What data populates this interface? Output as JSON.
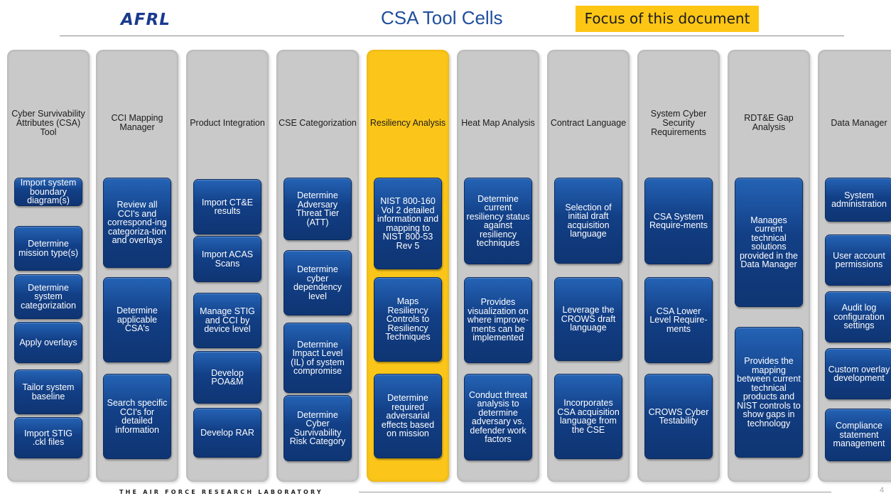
{
  "header": {
    "logo": "AFRL",
    "title": "CSA Tool Cells",
    "focus_label": "Focus of this document",
    "accent_color": "#fdc615"
  },
  "columns": [
    {
      "title": "Cyber Survivability Attributes (CSA) Tool",
      "items": [
        "Import system boundary diagram(s)",
        "Determine mission type(s)",
        "Determine system categorization",
        "Apply overlays",
        "Tailor system baseline",
        "Import STIG .ckl files"
      ]
    },
    {
      "title": "CCI Mapping Manager",
      "items": [
        "Review all CCI's and correspond-ing categoriza-tion and overlays",
        "Determine applicable CSA's",
        "Search specific CCI's for detailed information"
      ]
    },
    {
      "title": "Product Integration",
      "items": [
        "Import CT&E results",
        "Import ACAS Scans",
        "Manage STIG and CCI by device level",
        "Develop POA&M",
        "Develop RAR"
      ]
    },
    {
      "title": "CSE Categorization",
      "items": [
        "Determine Adversary Threat Tier (ATT)",
        "Determine cyber dependency level",
        "Determine Impact Level (IL) of system compromise",
        "Determine Cyber Survivability Risk Category"
      ]
    },
    {
      "title": "Resiliency Analysis",
      "items": [
        "NIST 800-160 Vol 2 detailed information and mapping to NIST 800-53 Rev 5",
        "Maps Resiliency Controls to Resiliency Techniques",
        "Determine required adversarial effects based on mission"
      ]
    },
    {
      "title": "Heat Map Analysis",
      "items": [
        "Determine current resiliency status against resiliency techniques",
        "Provides visualization on where improve-ments can be implemented",
        "Conduct threat analysis to determine adversary vs. defender work factors"
      ]
    },
    {
      "title": "Contract Language",
      "items": [
        "Selection of initial draft acquisition language",
        "Leverage the CROWS draft language",
        "Incorporates CSA acquisition language from the CSE"
      ]
    },
    {
      "title": "System Cyber Security Requirements",
      "items": [
        "CSA System Require-ments",
        "CSA Lower Level Require-ments",
        "CROWS Cyber Testability"
      ]
    },
    {
      "title": "RDT&E Gap Analysis",
      "items": [
        "Manages current technical solutions provided in the Data Manager",
        "Provides the mapping between current technical products and NIST controls to show gaps in technology"
      ]
    },
    {
      "title": "Data Manager",
      "items": [
        "System administration",
        "User account permissions",
        "Audit log configuration settings",
        "Custom overlay development",
        "Compliance statement management"
      ]
    }
  ],
  "footer": {
    "org": "THE AIR FORCE RESEARCH LABORATORY",
    "page": "4"
  }
}
